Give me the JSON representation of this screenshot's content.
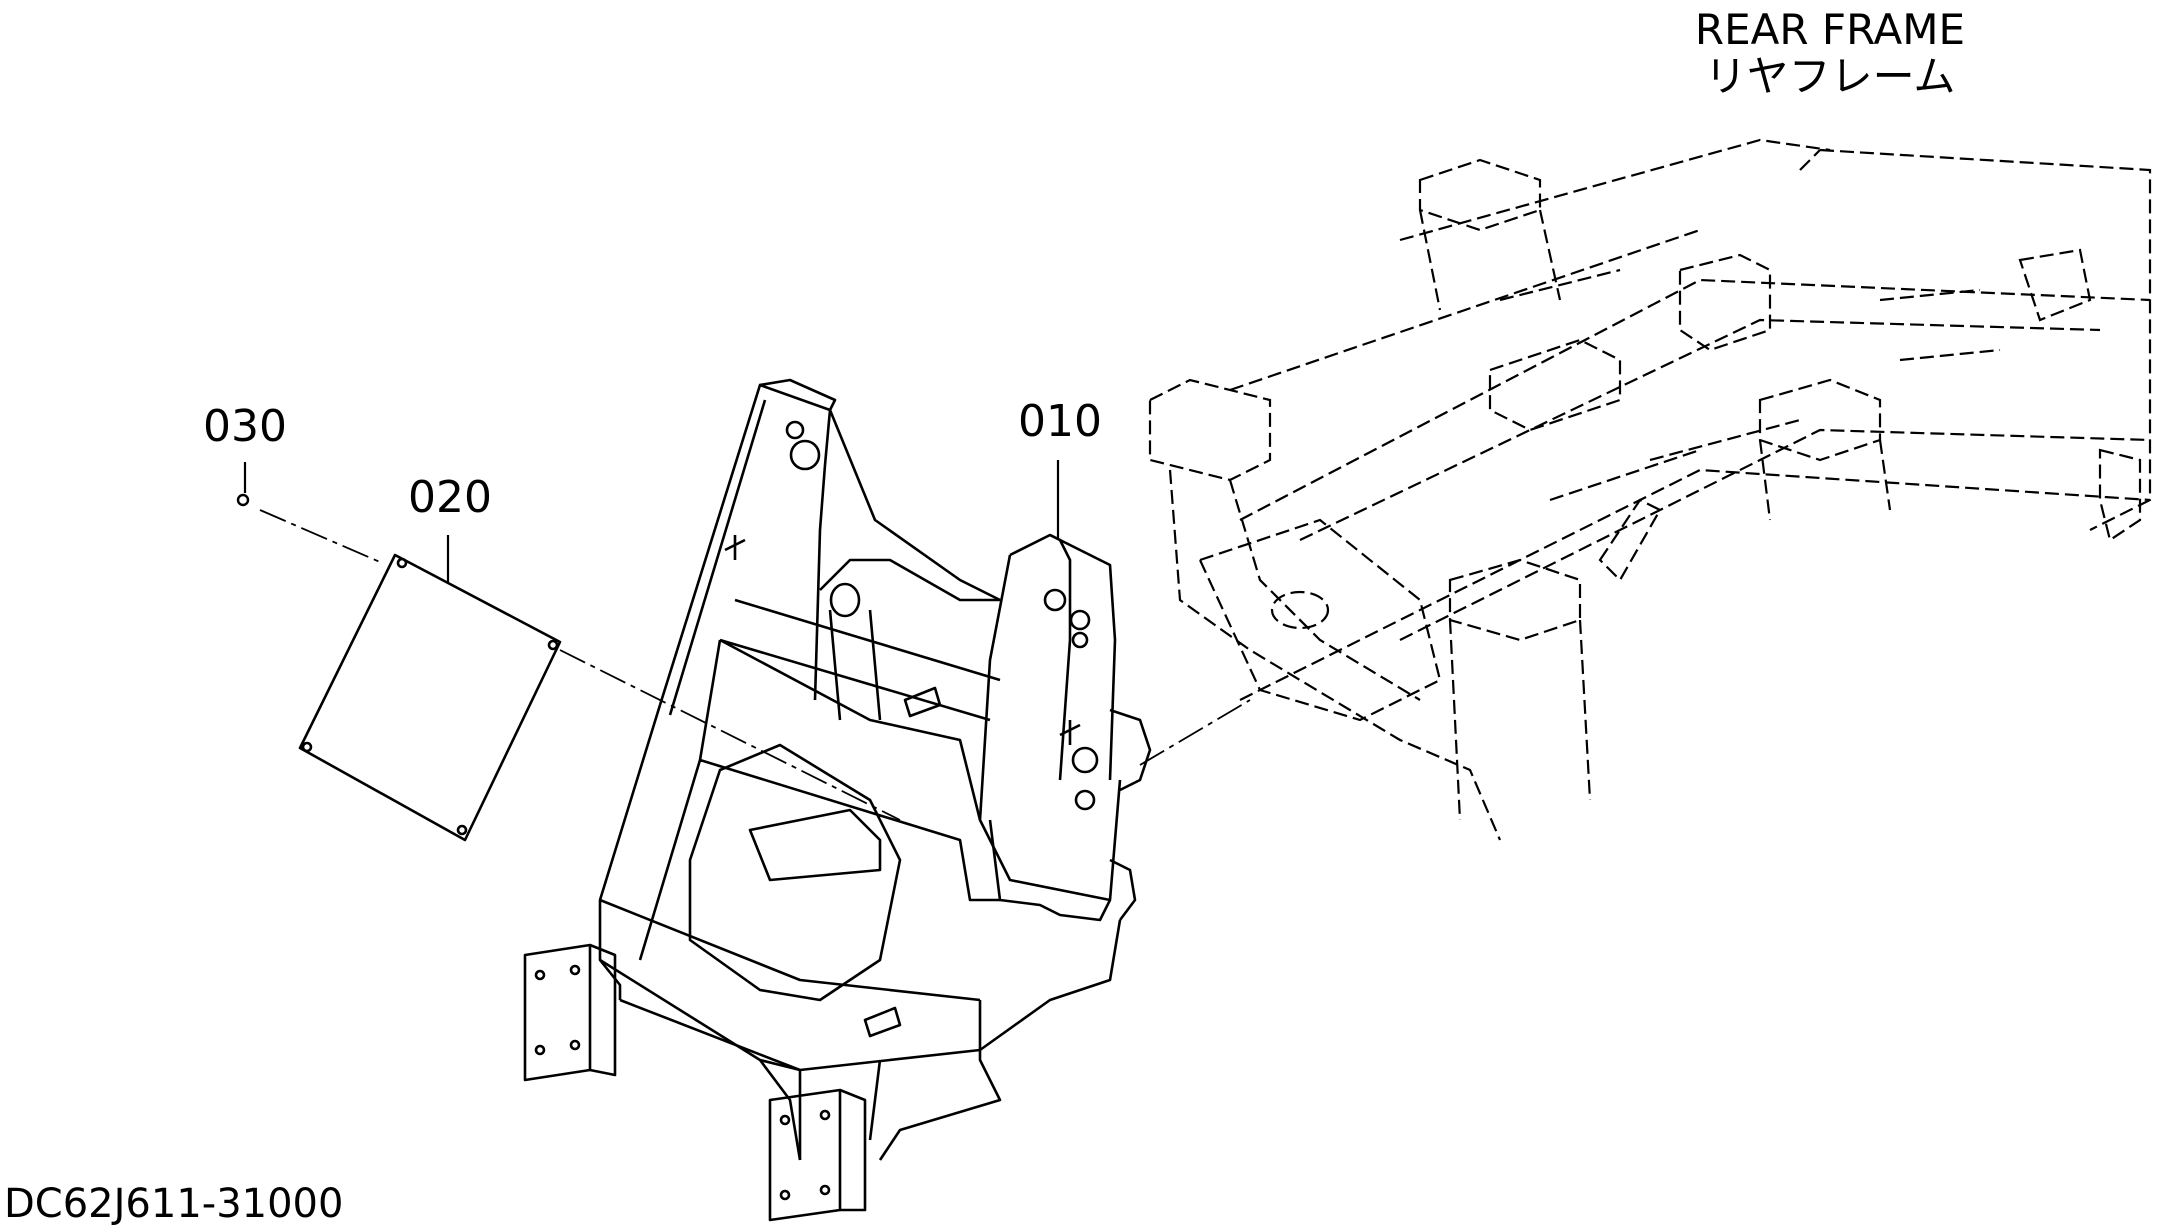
{
  "diagram": {
    "reference_assembly": {
      "title_en": "REAR FRAME",
      "title_ja": "リヤフレーム"
    },
    "parts": [
      {
        "callout": "010"
      },
      {
        "callout": "020"
      },
      {
        "callout": "030"
      }
    ],
    "drawing_id": "DC62J611-31000"
  }
}
